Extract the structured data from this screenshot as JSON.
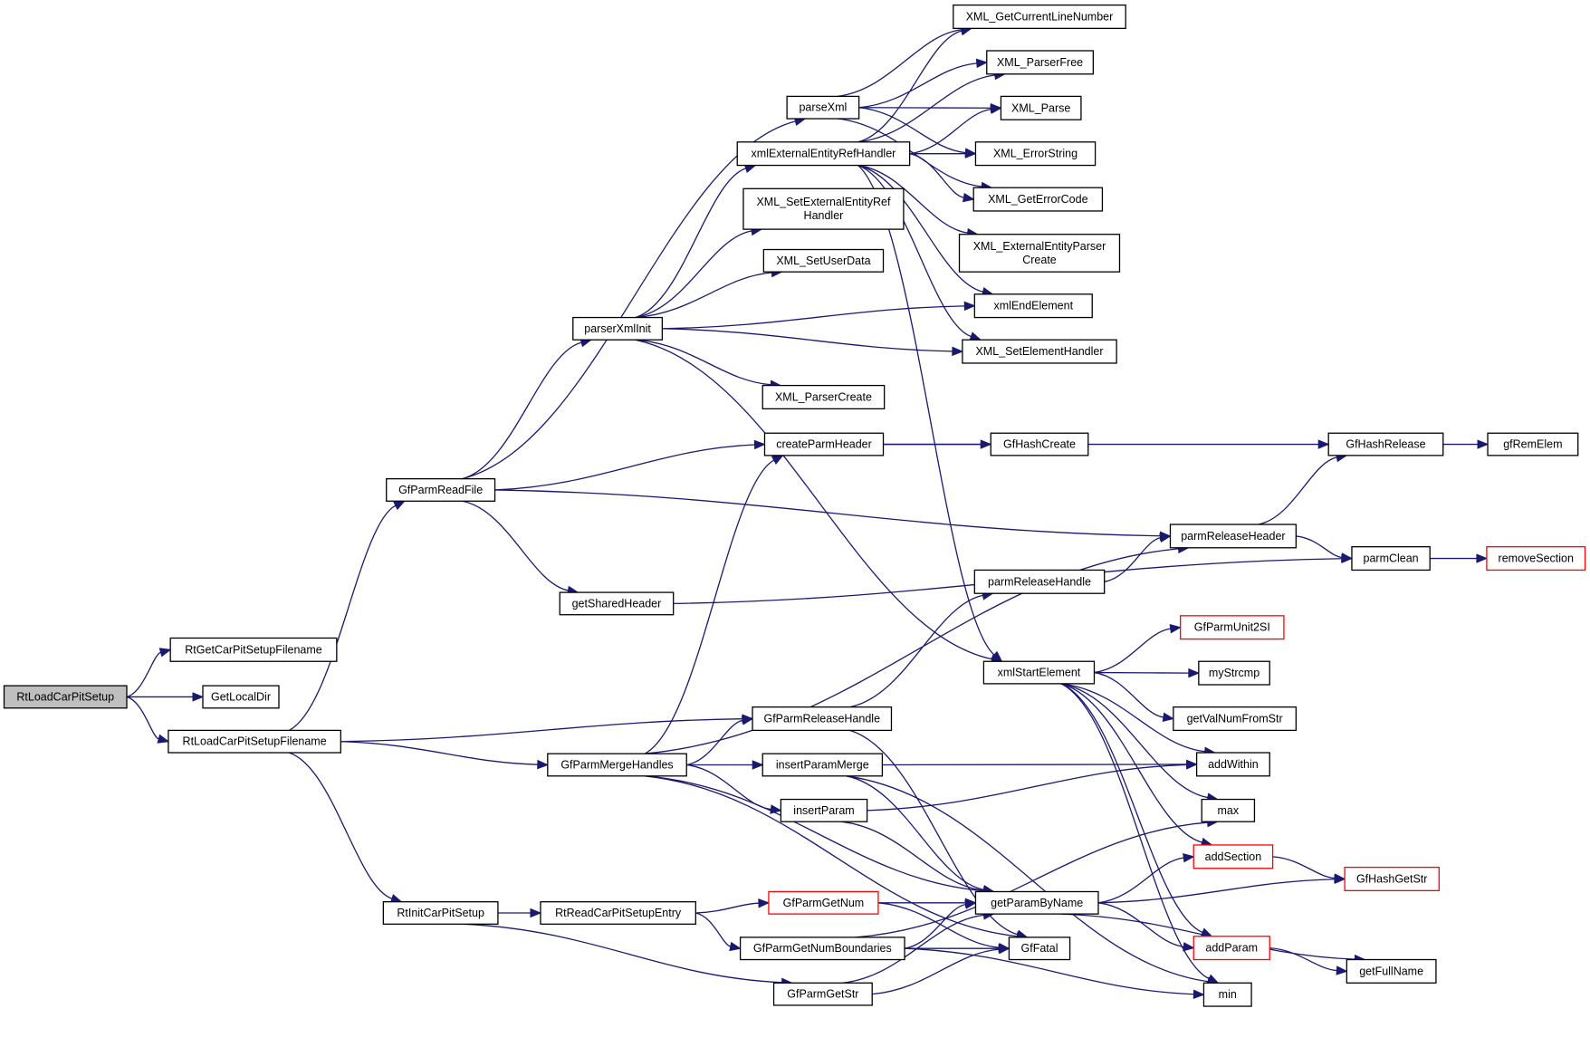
{
  "diagram": {
    "type": "call-graph",
    "edge_color": "#191970",
    "root_fill": "#bfbfbf",
    "truncated_border_color": "#ff0000",
    "nodes": [
      {
        "id": "RtLoadCarPitSetup",
        "lines": [
          "RtLoadCarPitSetup"
        ],
        "style": "root"
      },
      {
        "id": "RtGetCarPitSetupFilename",
        "lines": [
          "RtGetCarPitSetupFilename"
        ],
        "style": "normal"
      },
      {
        "id": "GetLocalDir",
        "lines": [
          "GetLocalDir"
        ],
        "style": "normal"
      },
      {
        "id": "RtLoadCarPitSetupFilename",
        "lines": [
          "RtLoadCarPitSetupFilename"
        ],
        "style": "normal"
      },
      {
        "id": "GfParmReadFile",
        "lines": [
          "GfParmReadFile"
        ],
        "style": "normal"
      },
      {
        "id": "RtInitCarPitSetup",
        "lines": [
          "RtInitCarPitSetup"
        ],
        "style": "normal"
      },
      {
        "id": "parseXml",
        "lines": [
          "parseXml"
        ],
        "style": "normal"
      },
      {
        "id": "parserXmlInit",
        "lines": [
          "parserXmlInit"
        ],
        "style": "normal"
      },
      {
        "id": "getSharedHeader",
        "lines": [
          "getSharedHeader"
        ],
        "style": "normal"
      },
      {
        "id": "GfParmMergeHandles",
        "lines": [
          "GfParmMergeHandles"
        ],
        "style": "normal"
      },
      {
        "id": "RtReadCarPitSetupEntry",
        "lines": [
          "RtReadCarPitSetupEntry"
        ],
        "style": "normal"
      },
      {
        "id": "xmlExternalEntityRefHandler",
        "lines": [
          "xmlExternalEntityRefHandler"
        ],
        "style": "normal"
      },
      {
        "id": "XML_SetExternalEntityRefHandler",
        "lines": [
          "XML_SetExternalEntityRef",
          "Handler"
        ],
        "style": "normal"
      },
      {
        "id": "XML_SetUserData",
        "lines": [
          "XML_SetUserData"
        ],
        "style": "normal"
      },
      {
        "id": "XML_ParserCreate",
        "lines": [
          "XML_ParserCreate"
        ],
        "style": "normal"
      },
      {
        "id": "createParmHeader",
        "lines": [
          "createParmHeader"
        ],
        "style": "normal"
      },
      {
        "id": "GfParmReleaseHandle",
        "lines": [
          "GfParmReleaseHandle"
        ],
        "style": "normal"
      },
      {
        "id": "insertParamMerge",
        "lines": [
          "insertParamMerge"
        ],
        "style": "normal"
      },
      {
        "id": "insertParam",
        "lines": [
          "insertParam"
        ],
        "style": "normal"
      },
      {
        "id": "GfParmGetNum",
        "lines": [
          "GfParmGetNum"
        ],
        "style": "truncated"
      },
      {
        "id": "GfParmGetNumBoundaries",
        "lines": [
          "GfParmGetNumBoundaries"
        ],
        "style": "normal"
      },
      {
        "id": "GfParmGetStr",
        "lines": [
          "GfParmGetStr"
        ],
        "style": "normal"
      },
      {
        "id": "XML_GetCurrentLineNumber",
        "lines": [
          "XML_GetCurrentLineNumber"
        ],
        "style": "normal"
      },
      {
        "id": "XML_ParserFree",
        "lines": [
          "XML_ParserFree"
        ],
        "style": "normal"
      },
      {
        "id": "XML_Parse",
        "lines": [
          "XML_Parse"
        ],
        "style": "normal"
      },
      {
        "id": "XML_ErrorString",
        "lines": [
          "XML_ErrorString"
        ],
        "style": "normal"
      },
      {
        "id": "XML_GetErrorCode",
        "lines": [
          "XML_GetErrorCode"
        ],
        "style": "normal"
      },
      {
        "id": "XML_ExternalEntityParserCreate",
        "lines": [
          "XML_ExternalEntityParser",
          "Create"
        ],
        "style": "normal"
      },
      {
        "id": "xmlEndElement",
        "lines": [
          "xmlEndElement"
        ],
        "style": "normal"
      },
      {
        "id": "XML_SetElementHandler",
        "lines": [
          "XML_SetElementHandler"
        ],
        "style": "normal"
      },
      {
        "id": "GfHashCreate",
        "lines": [
          "GfHashCreate"
        ],
        "style": "normal"
      },
      {
        "id": "parmReleaseHandle",
        "lines": [
          "parmReleaseHandle"
        ],
        "style": "normal"
      },
      {
        "id": "xmlStartElement",
        "lines": [
          "xmlStartElement"
        ],
        "style": "normal"
      },
      {
        "id": "getParamByName",
        "lines": [
          "getParamByName"
        ],
        "style": "normal"
      },
      {
        "id": "GfFatal",
        "lines": [
          "GfFatal"
        ],
        "style": "normal"
      },
      {
        "id": "GfHashRelease",
        "lines": [
          "GfHashRelease"
        ],
        "style": "normal"
      },
      {
        "id": "parmReleaseHeader",
        "lines": [
          "parmReleaseHeader"
        ],
        "style": "normal"
      },
      {
        "id": "parmClean",
        "lines": [
          "parmClean"
        ],
        "style": "normal"
      },
      {
        "id": "GfParmUnit2SI",
        "lines": [
          "GfParmUnit2SI"
        ],
        "style": "truncated"
      },
      {
        "id": "myStrcmp",
        "lines": [
          "myStrcmp"
        ],
        "style": "normal"
      },
      {
        "id": "getValNumFromStr",
        "lines": [
          "getValNumFromStr"
        ],
        "style": "normal"
      },
      {
        "id": "addWithin",
        "lines": [
          "addWithin"
        ],
        "style": "normal"
      },
      {
        "id": "max",
        "lines": [
          "max"
        ],
        "style": "normal"
      },
      {
        "id": "addSection",
        "lines": [
          "addSection"
        ],
        "style": "truncated"
      },
      {
        "id": "addParam",
        "lines": [
          "addParam"
        ],
        "style": "truncated"
      },
      {
        "id": "min",
        "lines": [
          "min"
        ],
        "style": "normal"
      },
      {
        "id": "getFullName",
        "lines": [
          "getFullName"
        ],
        "style": "normal"
      },
      {
        "id": "GfHashGetStr",
        "lines": [
          "GfHashGetStr"
        ],
        "style": "truncated"
      },
      {
        "id": "gfRemElem",
        "lines": [
          "gfRemElem"
        ],
        "style": "normal"
      },
      {
        "id": "removeSection",
        "lines": [
          "removeSection"
        ],
        "style": "truncated"
      }
    ],
    "edges": [
      [
        "RtLoadCarPitSetup",
        "RtGetCarPitSetupFilename"
      ],
      [
        "RtLoadCarPitSetup",
        "GetLocalDir"
      ],
      [
        "RtLoadCarPitSetup",
        "RtLoadCarPitSetupFilename"
      ],
      [
        "RtLoadCarPitSetupFilename",
        "GfParmReadFile"
      ],
      [
        "RtLoadCarPitSetupFilename",
        "GfParmReleaseHandle"
      ],
      [
        "RtLoadCarPitSetupFilename",
        "GfParmMergeHandles"
      ],
      [
        "RtLoadCarPitSetupFilename",
        "RtInitCarPitSetup"
      ],
      [
        "GfParmReadFile",
        "parseXml"
      ],
      [
        "GfParmReadFile",
        "parserXmlInit"
      ],
      [
        "GfParmReadFile",
        "createParmHeader"
      ],
      [
        "GfParmReadFile",
        "parmReleaseHeader"
      ],
      [
        "GfParmReadFile",
        "getSharedHeader"
      ],
      [
        "parseXml",
        "XML_GetCurrentLineNumber"
      ],
      [
        "parseXml",
        "XML_ParserFree"
      ],
      [
        "parseXml",
        "XML_Parse"
      ],
      [
        "parseXml",
        "XML_ErrorString"
      ],
      [
        "parseXml",
        "XML_GetErrorCode"
      ],
      [
        "parserXmlInit",
        "xmlExternalEntityRefHandler"
      ],
      [
        "parserXmlInit",
        "XML_SetExternalEntityRefHandler"
      ],
      [
        "parserXmlInit",
        "XML_SetUserData"
      ],
      [
        "parserXmlInit",
        "xmlEndElement"
      ],
      [
        "parserXmlInit",
        "XML_SetElementHandler"
      ],
      [
        "parserXmlInit",
        "XML_ParserCreate"
      ],
      [
        "parserXmlInit",
        "xmlStartElement"
      ],
      [
        "xmlExternalEntityRefHandler",
        "XML_GetCurrentLineNumber"
      ],
      [
        "xmlExternalEntityRefHandler",
        "XML_ParserFree"
      ],
      [
        "xmlExternalEntityRefHandler",
        "XML_Parse"
      ],
      [
        "xmlExternalEntityRefHandler",
        "XML_ErrorString"
      ],
      [
        "xmlExternalEntityRefHandler",
        "XML_GetErrorCode"
      ],
      [
        "xmlExternalEntityRefHandler",
        "XML_ExternalEntityParserCreate"
      ],
      [
        "xmlExternalEntityRefHandler",
        "xmlEndElement"
      ],
      [
        "xmlExternalEntityRefHandler",
        "XML_SetElementHandler"
      ],
      [
        "xmlExternalEntityRefHandler",
        "xmlStartElement"
      ],
      [
        "createParmHeader",
        "GfHashCreate"
      ],
      [
        "createParmHeader",
        "GfHashRelease"
      ],
      [
        "GfHashRelease",
        "gfRemElem"
      ],
      [
        "parmReleaseHeader",
        "GfHashRelease"
      ],
      [
        "parmReleaseHeader",
        "parmClean"
      ],
      [
        "parmClean",
        "removeSection"
      ],
      [
        "getSharedHeader",
        "parmClean"
      ],
      [
        "parmReleaseHandle",
        "parmReleaseHeader"
      ],
      [
        "GfParmReleaseHandle",
        "parmReleaseHandle"
      ],
      [
        "GfParmReleaseHandle",
        "GfFatal"
      ],
      [
        "GfParmMergeHandles",
        "createParmHeader"
      ],
      [
        "GfParmMergeHandles",
        "parmReleaseHeader"
      ],
      [
        "GfParmMergeHandles",
        "GfParmReleaseHandle"
      ],
      [
        "GfParmMergeHandles",
        "insertParamMerge"
      ],
      [
        "GfParmMergeHandles",
        "insertParam"
      ],
      [
        "GfParmMergeHandles",
        "getParamByName"
      ],
      [
        "GfParmMergeHandles",
        "GfFatal"
      ],
      [
        "insertParamMerge",
        "addWithin"
      ],
      [
        "insertParamMerge",
        "getParamByName"
      ],
      [
        "insertParamMerge",
        "min"
      ],
      [
        "insertParam",
        "addWithin"
      ],
      [
        "insertParam",
        "getParamByName"
      ],
      [
        "xmlStartElement",
        "GfParmUnit2SI"
      ],
      [
        "xmlStartElement",
        "myStrcmp"
      ],
      [
        "xmlStartElement",
        "getValNumFromStr"
      ],
      [
        "xmlStartElement",
        "addWithin"
      ],
      [
        "xmlStartElement",
        "max"
      ],
      [
        "xmlStartElement",
        "addSection"
      ],
      [
        "xmlStartElement",
        "addParam"
      ],
      [
        "xmlStartElement",
        "min"
      ],
      [
        "RtInitCarPitSetup",
        "RtReadCarPitSetupEntry"
      ],
      [
        "RtInitCarPitSetup",
        "GfParmGetStr"
      ],
      [
        "RtReadCarPitSetupEntry",
        "GfParmGetNum"
      ],
      [
        "RtReadCarPitSetupEntry",
        "GfParmGetNumBoundaries"
      ],
      [
        "GfParmGetNum",
        "getParamByName"
      ],
      [
        "GfParmGetNum",
        "GfFatal"
      ],
      [
        "GfParmGetNumBoundaries",
        "getParamByName"
      ],
      [
        "GfParmGetNumBoundaries",
        "GfFatal"
      ],
      [
        "GfParmGetNumBoundaries",
        "max"
      ],
      [
        "GfParmGetNumBoundaries",
        "min"
      ],
      [
        "GfParmGetStr",
        "getParamByName"
      ],
      [
        "GfParmGetStr",
        "GfFatal"
      ],
      [
        "getParamByName",
        "addSection"
      ],
      [
        "getParamByName",
        "GfHashGetStr"
      ],
      [
        "getParamByName",
        "addParam"
      ],
      [
        "getParamByName",
        "getFullName"
      ],
      [
        "addSection",
        "GfHashGetStr"
      ],
      [
        "addParam",
        "getFullName"
      ]
    ]
  }
}
